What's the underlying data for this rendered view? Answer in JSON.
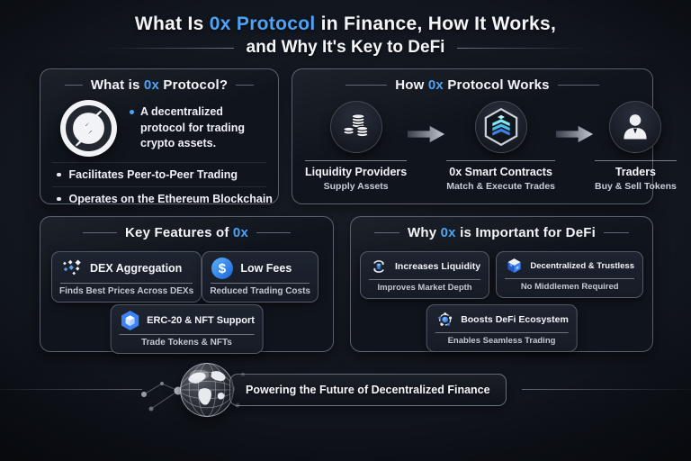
{
  "title": {
    "line1_pre": "What Is ",
    "line1_accent": "0x Protocol",
    "line1_post": " in Finance, How It Works,",
    "line2": "and Why It's Key to DeFi"
  },
  "colors": {
    "accent_blue": "#4da3f5",
    "icon_blue": "#3b82f6",
    "cyan": "#62d6ee"
  },
  "panels": {
    "what_is": {
      "heading_pre": "What is ",
      "heading_accent": "0x",
      "heading_post": " Protocol?",
      "logo_icon": "zerox-logo-icon",
      "intro": "A decentralized protocol for trading crypto assets.",
      "bullets": [
        "Facilitates Peer-to-Peer Trading",
        "Operates on the Ethereum Blockchain"
      ]
    },
    "how_works": {
      "heading_pre": "How ",
      "heading_accent": "0x",
      "heading_post": " Protocol Works",
      "steps": [
        {
          "icon": "coins-icon",
          "label": "Liquidity Providers",
          "sublabel": "Supply Assets"
        },
        {
          "icon": "smart-contract-hexagon-icon",
          "label": "0x Smart Contracts",
          "sublabel": "Match & Execute Trades"
        },
        {
          "icon": "trader-person-icon",
          "label": "Traders",
          "sublabel": "Buy & Sell Tokens"
        }
      ]
    },
    "key_features": {
      "heading_pre": "Key Features of ",
      "heading_accent": "0x",
      "heading_post": "",
      "cards": [
        {
          "icon": "dex-aggregation-icon",
          "title": "DEX Aggregation",
          "subtitle": "Finds Best Prices Across DEXs"
        },
        {
          "icon": "low-fees-dollar-icon",
          "title": "Low Fees",
          "subtitle": "Reduced Trading Costs"
        },
        {
          "icon": "erc20-nft-cube-icon",
          "title": "ERC-20 & NFT Support",
          "subtitle": "Trade Tokens & NFTs"
        }
      ]
    },
    "why_important": {
      "heading_pre": "Why ",
      "heading_accent": "0x",
      "heading_post": " is Important for DeFi",
      "cards": [
        {
          "icon": "increases-liquidity-icon",
          "title": "Increases Liquidity",
          "subtitle": "Improves Market Depth"
        },
        {
          "icon": "decentralized-cube-icon",
          "title": "Decentralized & Trustless",
          "subtitle": "No Middlemen Required"
        },
        {
          "icon": "defi-ecosystem-icon",
          "title": "Boosts DeFi Ecosystem",
          "subtitle": "Enables Seamless Trading"
        }
      ]
    }
  },
  "footer": {
    "globe_icon": "globe-network-icon",
    "banner": "Powering the Future of Decentralized Finance"
  }
}
